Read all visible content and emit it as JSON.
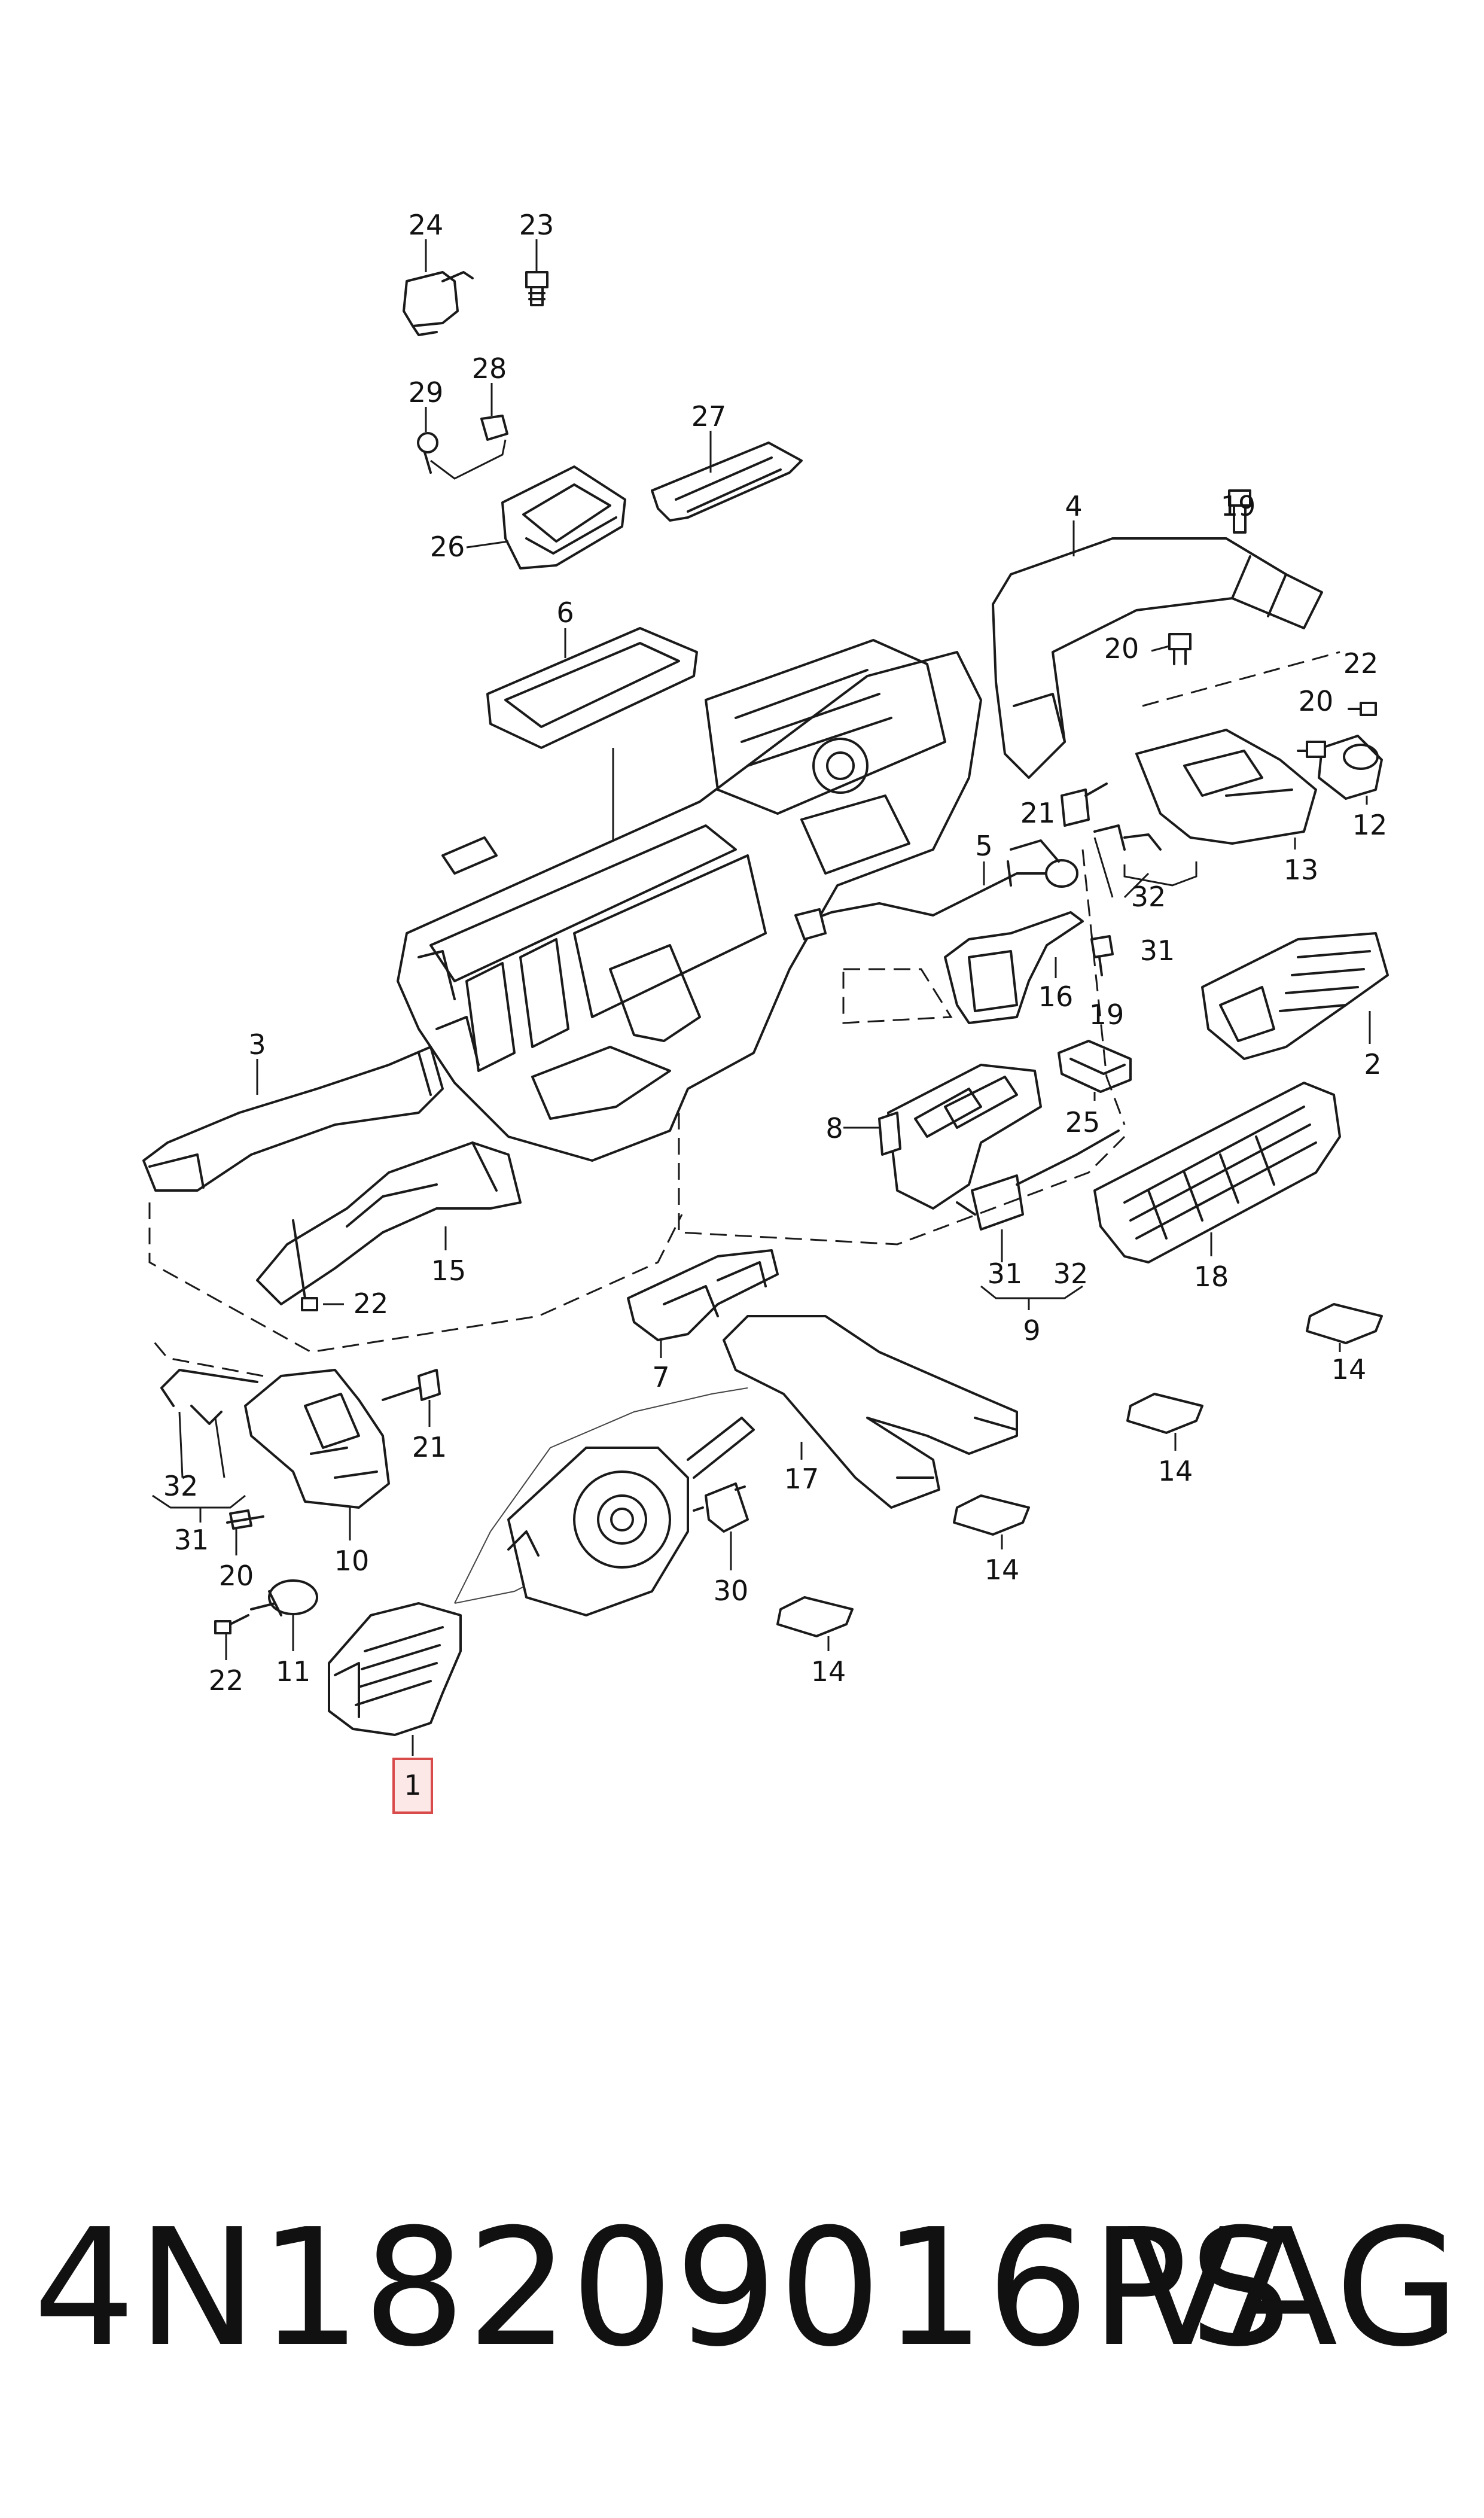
{
  "callouts": [
    "1",
    "2",
    "3",
    "4",
    "5",
    "6",
    "7",
    "8",
    "9",
    "10",
    "11",
    "12",
    "13",
    "14",
    "15",
    "16",
    "17",
    "18",
    "19",
    "20",
    "21",
    "22",
    "23",
    "24",
    "25",
    "26",
    "27",
    "28",
    "29",
    "30",
    "31",
    "32"
  ],
  "highlighted_callout": "1",
  "footer": {
    "part_number": "4N18209016PS",
    "brand": "VAG"
  },
  "colors": {
    "highlight_fill": "#fde8e8",
    "highlight_stroke": "#d94a4a"
  }
}
